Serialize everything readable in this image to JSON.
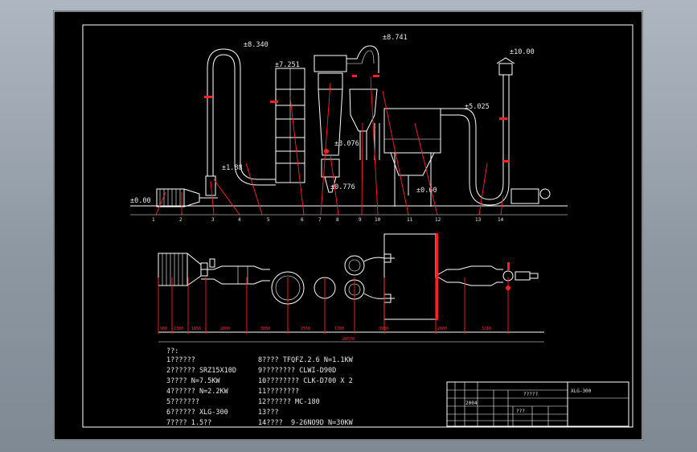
{
  "elevations": {
    "e1": "±0.00",
    "e2": "±8.340",
    "e3": "±7.251",
    "e4": "±8.741",
    "e5": "±10.00",
    "e6": "±5.025",
    "e7": "±3.076",
    "e8": "±1.88",
    "e9": "±0.776",
    "e10": "±0.60"
  },
  "part_numbers": [
    "1",
    "2",
    "3",
    "4",
    "5",
    "6",
    "7",
    "8",
    "9",
    "10",
    "11",
    "12",
    "13",
    "14"
  ],
  "plan_dims": [
    "900",
    "1300",
    "1650",
    "2000",
    "3850",
    "2550",
    "1700",
    "3930",
    "2000",
    "3210"
  ],
  "overall_dim": "28570",
  "notes_title": "??:",
  "notes_left": [
    "1??????",
    "2?????? SRZ15X10D",
    "3???? N=7.5KW",
    "4?????? N=2.2KW",
    "5???????",
    "6?????? XLG-300",
    "7???? 1.5??"
  ],
  "notes_right": [
    "8???? TFQFZ.2.6 N=1.1KW",
    "9???????? CLWI-D90D",
    "10???????? CLK-D700 X 2",
    "11????????",
    "12?????? MC-180",
    "13???",
    "14????  9-26NO9D N=30KW"
  ],
  "title_block": {
    "drawing_name": "?????",
    "model": "XLG-300",
    "small_a": "2004",
    "small_b": "???"
  }
}
